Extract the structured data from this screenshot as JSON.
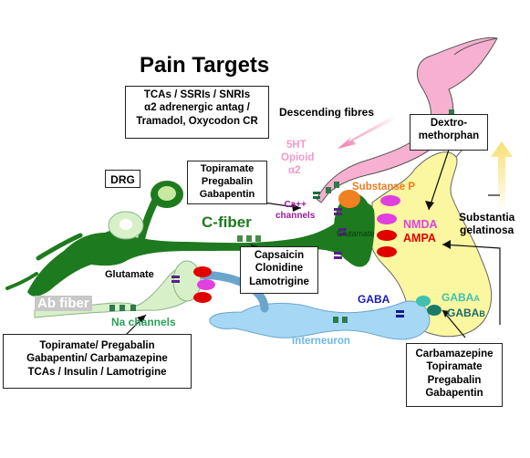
{
  "title": "Pain Targets",
  "boxes": {
    "top_left": [
      "TCAs / SSRIs / SNRIs",
      "α2 adrenergic antag /",
      "Tramadol, Oxycodon CR"
    ],
    "dextro": [
      "Dextro-",
      "methorphan"
    ],
    "drg_drugs": [
      "Topiramate",
      "Pregabalin",
      "Gabapentin"
    ],
    "cfiber_drugs": [
      "Capsaicin",
      "Clonidine",
      "Lamotrigine"
    ],
    "bottom_left": [
      "Topiramate/ Pregabalin",
      "Gabapentin/ Carbamazepine",
      "TCAs / Insulin / Lamotrigine"
    ],
    "bottom_right": [
      "Carbamazepine",
      "Topiramate",
      "Pregabalin",
      "Gabapentin"
    ],
    "drg": "DRG"
  },
  "labels": {
    "descending": "Descending fibres",
    "fiveht": "5HT",
    "opioid": "Opioid",
    "alpha2": "α2",
    "ca_channels_1": "Ca++",
    "ca_channels_2": "channels",
    "c_fiber": "C-fiber",
    "substance_p": "Substanse P",
    "glutamate_cfiber": "Glutamate",
    "nmda": "NMDA",
    "ampa": "AMPA",
    "substantia_1": "Substantia",
    "substantia_2": "gelatinosa",
    "glutamate_ab": "Glutamate",
    "ab_fiber": "Ab fiber",
    "na_channels": "Na channels",
    "gaba": "GABA",
    "gaba_a": "GABAA",
    "gaba_b": "GABAB",
    "interneuron": "Interneuron"
  },
  "colors": {
    "c_fiber": "#1e7a1e",
    "dorsal_horn": "#fbf6a0",
    "descending": "#f4a7c8",
    "interneuron": "#9fd3f2",
    "ab_fiber": "#d8f0c8",
    "receptor_red": "#e00000",
    "receptor_magenta": "#e040e0",
    "channel": "#5a1f8a"
  }
}
